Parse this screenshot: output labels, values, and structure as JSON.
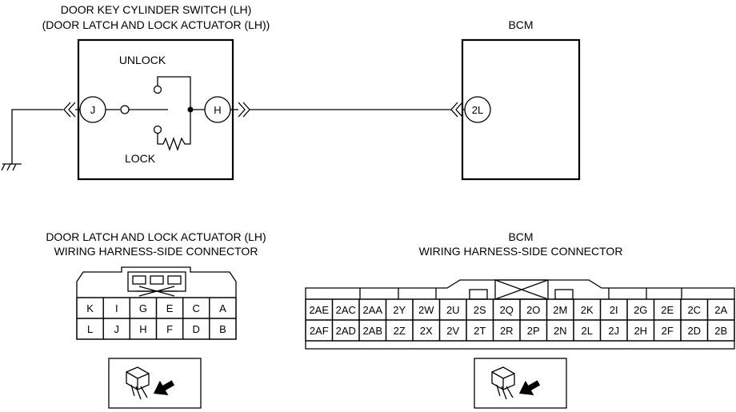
{
  "top": {
    "switch_title_1": "DOOR KEY CYLINDER SWITCH (LH)",
    "switch_title_2": "(DOOR LATCH AND LOCK ACTUATOR (LH))",
    "unlock": "UNLOCK",
    "lock": "LOCK",
    "pin_j": "J",
    "pin_h": "H",
    "bcm_title": "BCM",
    "pin_2l": "2L"
  },
  "left_connector": {
    "title_1": "DOOR LATCH AND LOCK ACTUATOR (LH)",
    "title_2": "WIRING HARNESS-SIDE CONNECTOR",
    "rows": [
      [
        "K",
        "I",
        "G",
        "E",
        "C",
        "A"
      ],
      [
        "L",
        "J",
        "H",
        "F",
        "D",
        "B"
      ]
    ]
  },
  "right_connector": {
    "title_1": "BCM",
    "title_2": "WIRING HARNESS-SIDE CONNECTOR",
    "rows": [
      [
        "2AE",
        "2AC",
        "2AA",
        "2Y",
        "2W",
        "2U",
        "2S",
        "2Q",
        "2O",
        "2M",
        "2K",
        "2I",
        "2G",
        "2E",
        "2C",
        "2A"
      ],
      [
        "2AF",
        "2AD",
        "2AB",
        "2Z",
        "2X",
        "2V",
        "2T",
        "2R",
        "2P",
        "2N",
        "2L",
        "2J",
        "2H",
        "2F",
        "2D",
        "2B"
      ]
    ]
  },
  "icons": [
    "ground-icon",
    "connector-view-icon"
  ]
}
